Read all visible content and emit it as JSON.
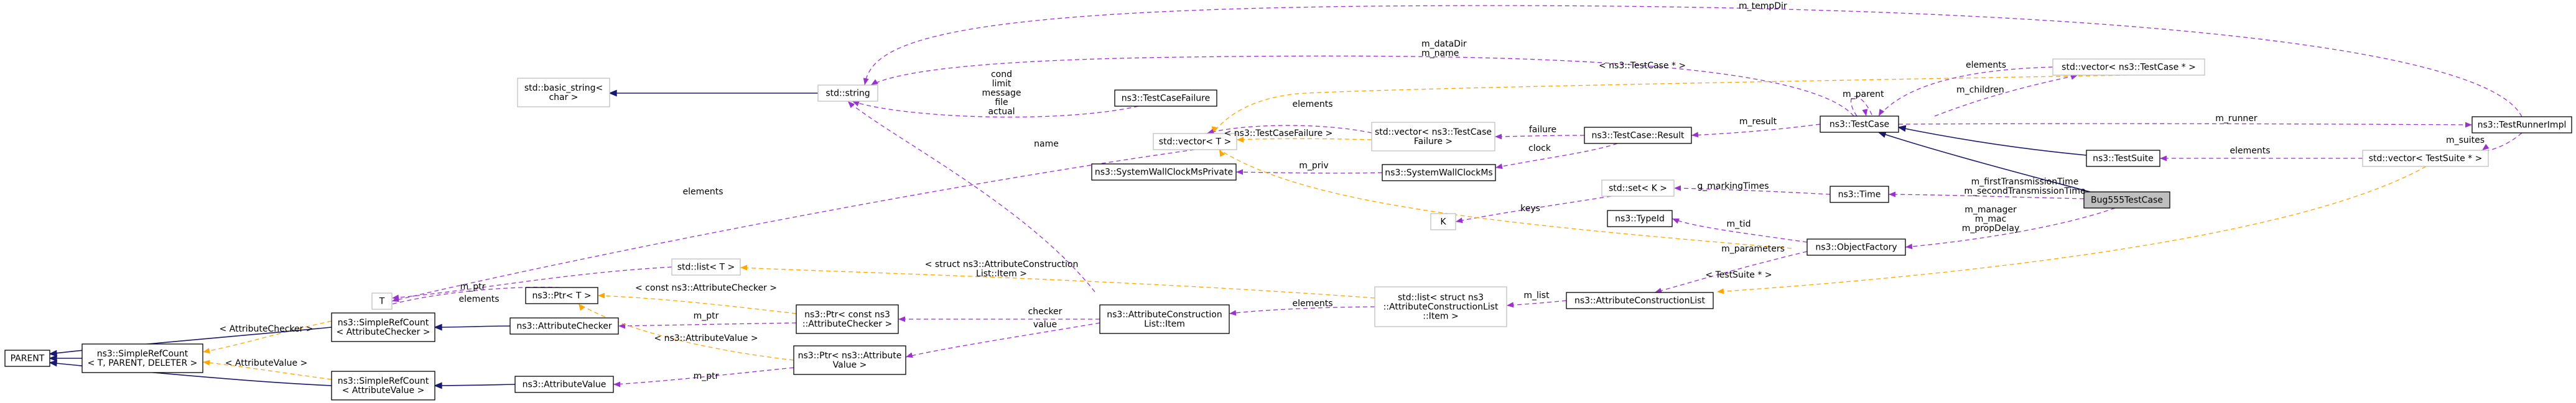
{
  "diagram": {
    "colors": {
      "member_edge": "#9a32cd",
      "template_edge": "#ffa500",
      "inheritance_edge": "#191970",
      "focus_fill": "#bfbfbf",
      "template_border": "#bfbfbf"
    },
    "nodes": {
      "parent": [
        "PARENT"
      ],
      "t": [
        "T"
      ],
      "ref_counted": [
        "ns3::SimpleRefCount",
        "< T, PARENT, DELETER >"
      ],
      "rc_checker": [
        "ns3::SimpleRefCount",
        "< AttributeChecker >"
      ],
      "rc_value": [
        "ns3::SimpleRefCount",
        "< AttributeValue >"
      ],
      "basic_string": [
        "std::basic_string<",
        "char >"
      ],
      "ptr_t": [
        "ns3::Ptr< T >"
      ],
      "attr_checker": [
        "ns3::AttributeChecker"
      ],
      "attr_value": [
        "ns3::AttributeValue"
      ],
      "string": [
        "std::string"
      ],
      "list_t": [
        "std::list< T >"
      ],
      "ptr_checker": [
        "ns3::Ptr< const ns3",
        "::AttributeChecker >"
      ],
      "ptr_value": [
        "ns3::Ptr< ns3::Attribute",
        "Value >"
      ],
      "failure": [
        "ns3::TestCaseFailure"
      ],
      "vector_t": [
        "std::vector< T >"
      ],
      "wcms_private": [
        "ns3::SystemWallClockMsPrivate"
      ],
      "construction_item": [
        "ns3::AttributeConstruction",
        "List::Item"
      ],
      "vector_failure": [
        "std::vector< ns3::TestCase",
        "Failure >"
      ],
      "wallclock": [
        "ns3::SystemWallClockMs"
      ],
      "result": [
        "ns3::TestCase::Result"
      ],
      "list_item": [
        "std::list< struct ns3",
        "::AttributeConstructionList",
        "::Item >"
      ],
      "set_k": [
        "std::set< K >"
      ],
      "k": [
        "K"
      ],
      "typeid": [
        "ns3::TypeId"
      ],
      "construction_list": [
        "ns3::AttributeConstructionList"
      ],
      "testcase": [
        "ns3::TestCase"
      ],
      "time": [
        "ns3::Time"
      ],
      "object_factory": [
        "ns3::ObjectFactory"
      ],
      "vector_testcase": [
        "std::vector< ns3::TestCase * >"
      ],
      "testsuite": [
        "ns3::TestSuite"
      ],
      "bug": [
        "Bug555TestCase"
      ],
      "vector_suite": [
        "std::vector< TestSuite * >"
      ],
      "runner": [
        "ns3::TestRunnerImpl"
      ]
    },
    "edge_labels": {
      "m_tempDir": [
        "m_tempDir"
      ],
      "m_dataDir": [
        "m_dataDir",
        "m_name"
      ],
      "tc_tmpl": [
        "< ns3::TestCase * >"
      ],
      "elements_tc": [
        "elements"
      ],
      "m_parent": [
        "m_parent"
      ],
      "m_children": [
        "m_children"
      ],
      "cond": [
        "cond",
        "limit",
        "message",
        "file",
        "actual"
      ],
      "name": [
        "name"
      ],
      "elements_fail": [
        "elements"
      ],
      "tcf_tmpl": [
        "< ns3::TestCaseFailure >"
      ],
      "failure": [
        "failure"
      ],
      "m_result": [
        "m_result"
      ],
      "m_runner": [
        "m_runner"
      ],
      "elements_suite": [
        "elements"
      ],
      "m_suites": [
        "m_suites"
      ],
      "clock": [
        "clock"
      ],
      "m_priv": [
        "m_priv"
      ],
      "elements_t": [
        "elements"
      ],
      "keys": [
        "keys"
      ],
      "g_marking": [
        "g_markingTimes"
      ],
      "m_first": [
        "m_firstTransmissionTime",
        "m_secondTransmissionTime"
      ],
      "m_manager": [
        "m_manager",
        "m_mac",
        "m_propDelay"
      ],
      "m_tid": [
        "m_tid"
      ],
      "elements_list": [
        "elements"
      ],
      "m_ptr_top": [
        "m_ptr"
      ],
      "struct_tmpl": [
        "< struct ns3::AttributeConstruction",
        "List::Item >"
      ],
      "const_checker": [
        "< const ns3::AttributeChecker >"
      ],
      "m_ptr_mid": [
        "m_ptr"
      ],
      "checker": [
        "checker"
      ],
      "value": [
        "value"
      ],
      "elements_item": [
        "elements"
      ],
      "m_parameters": [
        "m_parameters"
      ],
      "m_list": [
        "m_list"
      ],
      "ts_tmpl": [
        "< TestSuite * >"
      ],
      "attr_checker_tmpl": [
        "< AttributeChecker >"
      ],
      "attr_value_tmpl": [
        "< AttributeValue >"
      ],
      "attr_value_ptr_tmpl": [
        "< ns3::AttributeValue >"
      ],
      "m_ptr_bot": [
        "m_ptr"
      ]
    }
  }
}
